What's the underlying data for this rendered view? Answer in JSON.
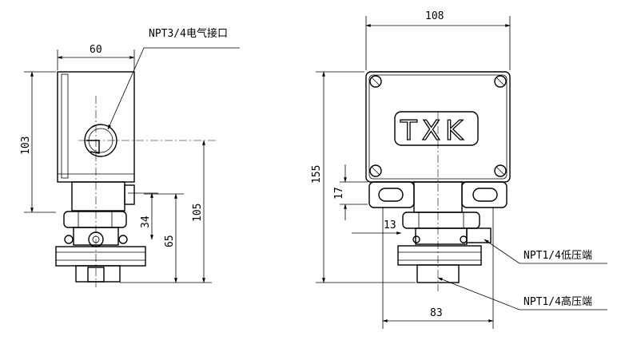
{
  "dimensions": {
    "side_width": "60",
    "side_height": "103",
    "side_34": "34",
    "side_65": "65",
    "side_105": "105",
    "front_width": "108",
    "front_height": "155",
    "front_17": "17",
    "front_13": "13",
    "front_83": "83"
  },
  "callouts": {
    "electrical_port": "NPT3/4电气接口",
    "low_pressure_port": "NPT1/4低压端",
    "high_pressure_port": "NPT1/4高压端"
  },
  "logo": "TXK"
}
